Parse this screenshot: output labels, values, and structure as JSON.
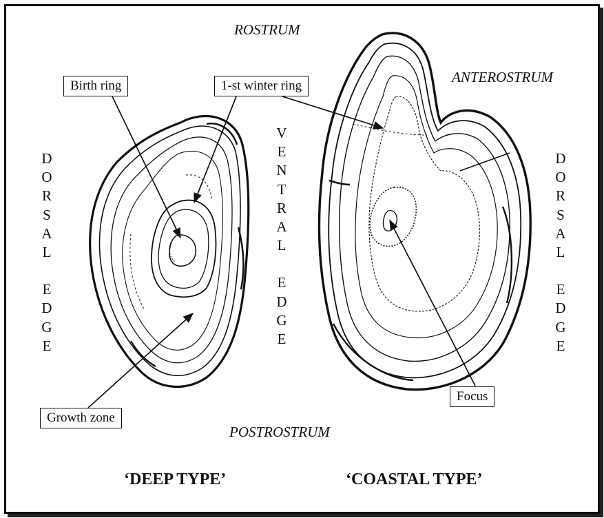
{
  "labels": {
    "rostrum": "ROSTRUM",
    "anterostrum": "ANTEROSTRUM",
    "postrostrum": "POSTROSTRUM",
    "birth_ring": "Birth ring",
    "first_winter_ring": "1-st winter ring",
    "growth_zone": "Growth zone",
    "focus": "Focus"
  },
  "edges": {
    "left_dorsal": "DORSAL",
    "left_edge": "EDGE",
    "ventral": "VENTRAL",
    "ventral_edge": "EDGE",
    "right_dorsal": "DORSAL",
    "right_edge": "EDGE"
  },
  "titles": {
    "deep": "‘DEEP TYPE’",
    "coastal": "‘COASTAL TYPE’"
  },
  "colors": {
    "ink": "#111111",
    "background": "#ffffff"
  }
}
